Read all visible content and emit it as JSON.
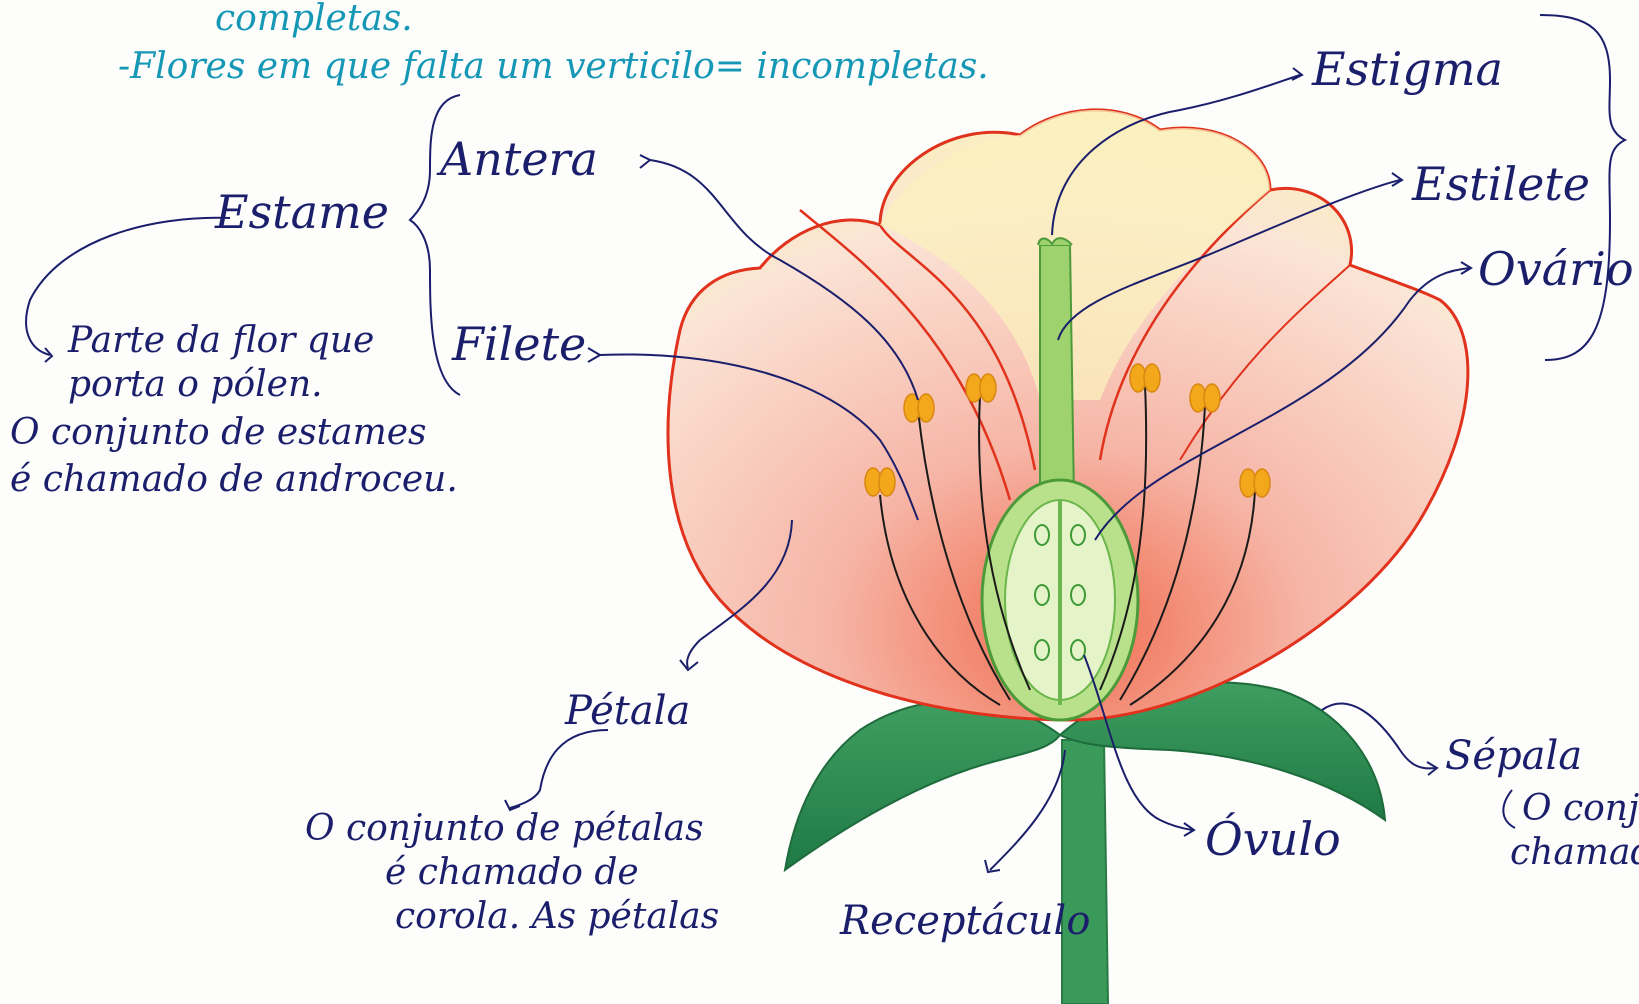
{
  "top_notes": {
    "line1": "completas.",
    "line2": "-Flores em que falta um verticilo= incompletas."
  },
  "labels": {
    "estame": "Estame",
    "antera": "Antera",
    "filete": "Filete",
    "estigma": "Estigma",
    "estilete": "Estilete",
    "ovario": "Ovário",
    "petala": "Pétala",
    "sepala": "Sépala",
    "ovulo": "Óvulo",
    "receptaculo": "Receptáculo"
  },
  "notes": {
    "estame_desc": [
      "Parte da flor que",
      "porta o pólen.",
      "O conjunto de estames",
      "é chamado de androceu."
    ],
    "petala_desc": [
      "O conjunto de pétalas",
      "é chamado de",
      "corola. As pétalas"
    ],
    "sepala_desc": [
      "O conju",
      "chamado"
    ]
  },
  "colors": {
    "ink": "#1b1f6b",
    "teal": "#1597b6",
    "petal_outline": "#e0321c",
    "petal_fill": "#f6b5a6",
    "petal_light": "#fbf0bd",
    "green_dark": "#2f8a4f",
    "green_light": "#9ed26e",
    "anther": "#f2a81a"
  }
}
